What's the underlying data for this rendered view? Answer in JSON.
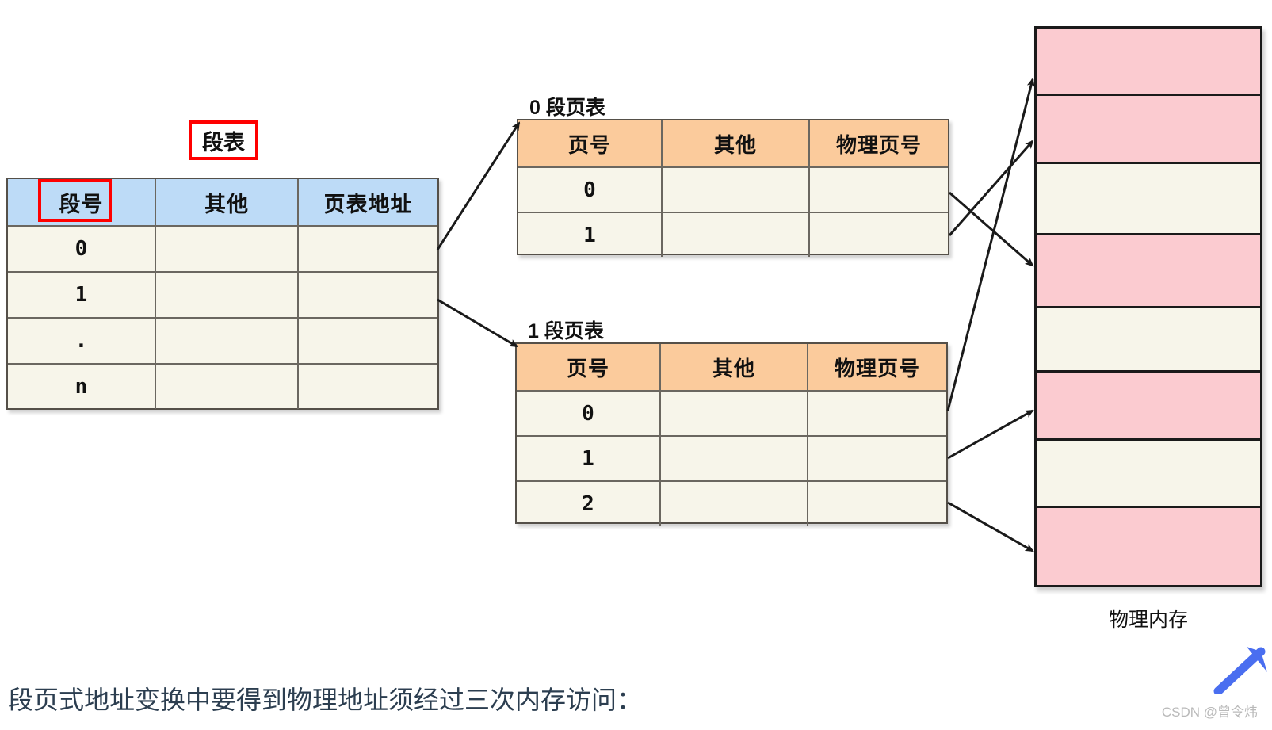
{
  "segment_table": {
    "title": "段表",
    "headers": [
      "段号",
      "其他",
      "页表地址"
    ],
    "rows": [
      [
        "0",
        "",
        ""
      ],
      [
        "1",
        "",
        ""
      ],
      [
        ".",
        "",
        ""
      ],
      [
        "n",
        "",
        ""
      ]
    ],
    "header_color": "#bddbf7",
    "body_color": "#f7f5ea",
    "highlight_color": "#ff0000",
    "highlighted_header": "段号"
  },
  "page_tables": [
    {
      "caption": "0 段页表",
      "headers": [
        "页号",
        "其他",
        "物理页号"
      ],
      "rows": [
        [
          "0",
          "",
          ""
        ],
        [
          "1",
          "",
          ""
        ]
      ],
      "header_color": "#fbcb9c",
      "body_color": "#f7f5ea"
    },
    {
      "caption": "1 段页表",
      "headers": [
        "页号",
        "其他",
        "物理页号"
      ],
      "rows": [
        [
          "0",
          "",
          ""
        ],
        [
          "1",
          "",
          ""
        ],
        [
          "2",
          "",
          ""
        ]
      ],
      "header_color": "#fbcb9c",
      "body_color": "#f7f5ea"
    }
  ],
  "physical_memory": {
    "label": "物理内存",
    "used_color": "#fbcbd0",
    "free_color": "#f7f5ea",
    "blocks": [
      {
        "state": "used",
        "height": 85
      },
      {
        "state": "used",
        "height": 85
      },
      {
        "state": "free",
        "height": 90
      },
      {
        "state": "used",
        "height": 92
      },
      {
        "state": "free",
        "height": 80
      },
      {
        "state": "used",
        "height": 85
      },
      {
        "state": "free",
        "height": 85
      },
      {
        "state": "used",
        "height": 100
      }
    ]
  },
  "caption": "段页式地址变换中要得到物理地址须经过三次内存访问：",
  "watermark": {
    "text": "CSDN @曾令炜",
    "arrow_color": "#4a6ef0"
  }
}
